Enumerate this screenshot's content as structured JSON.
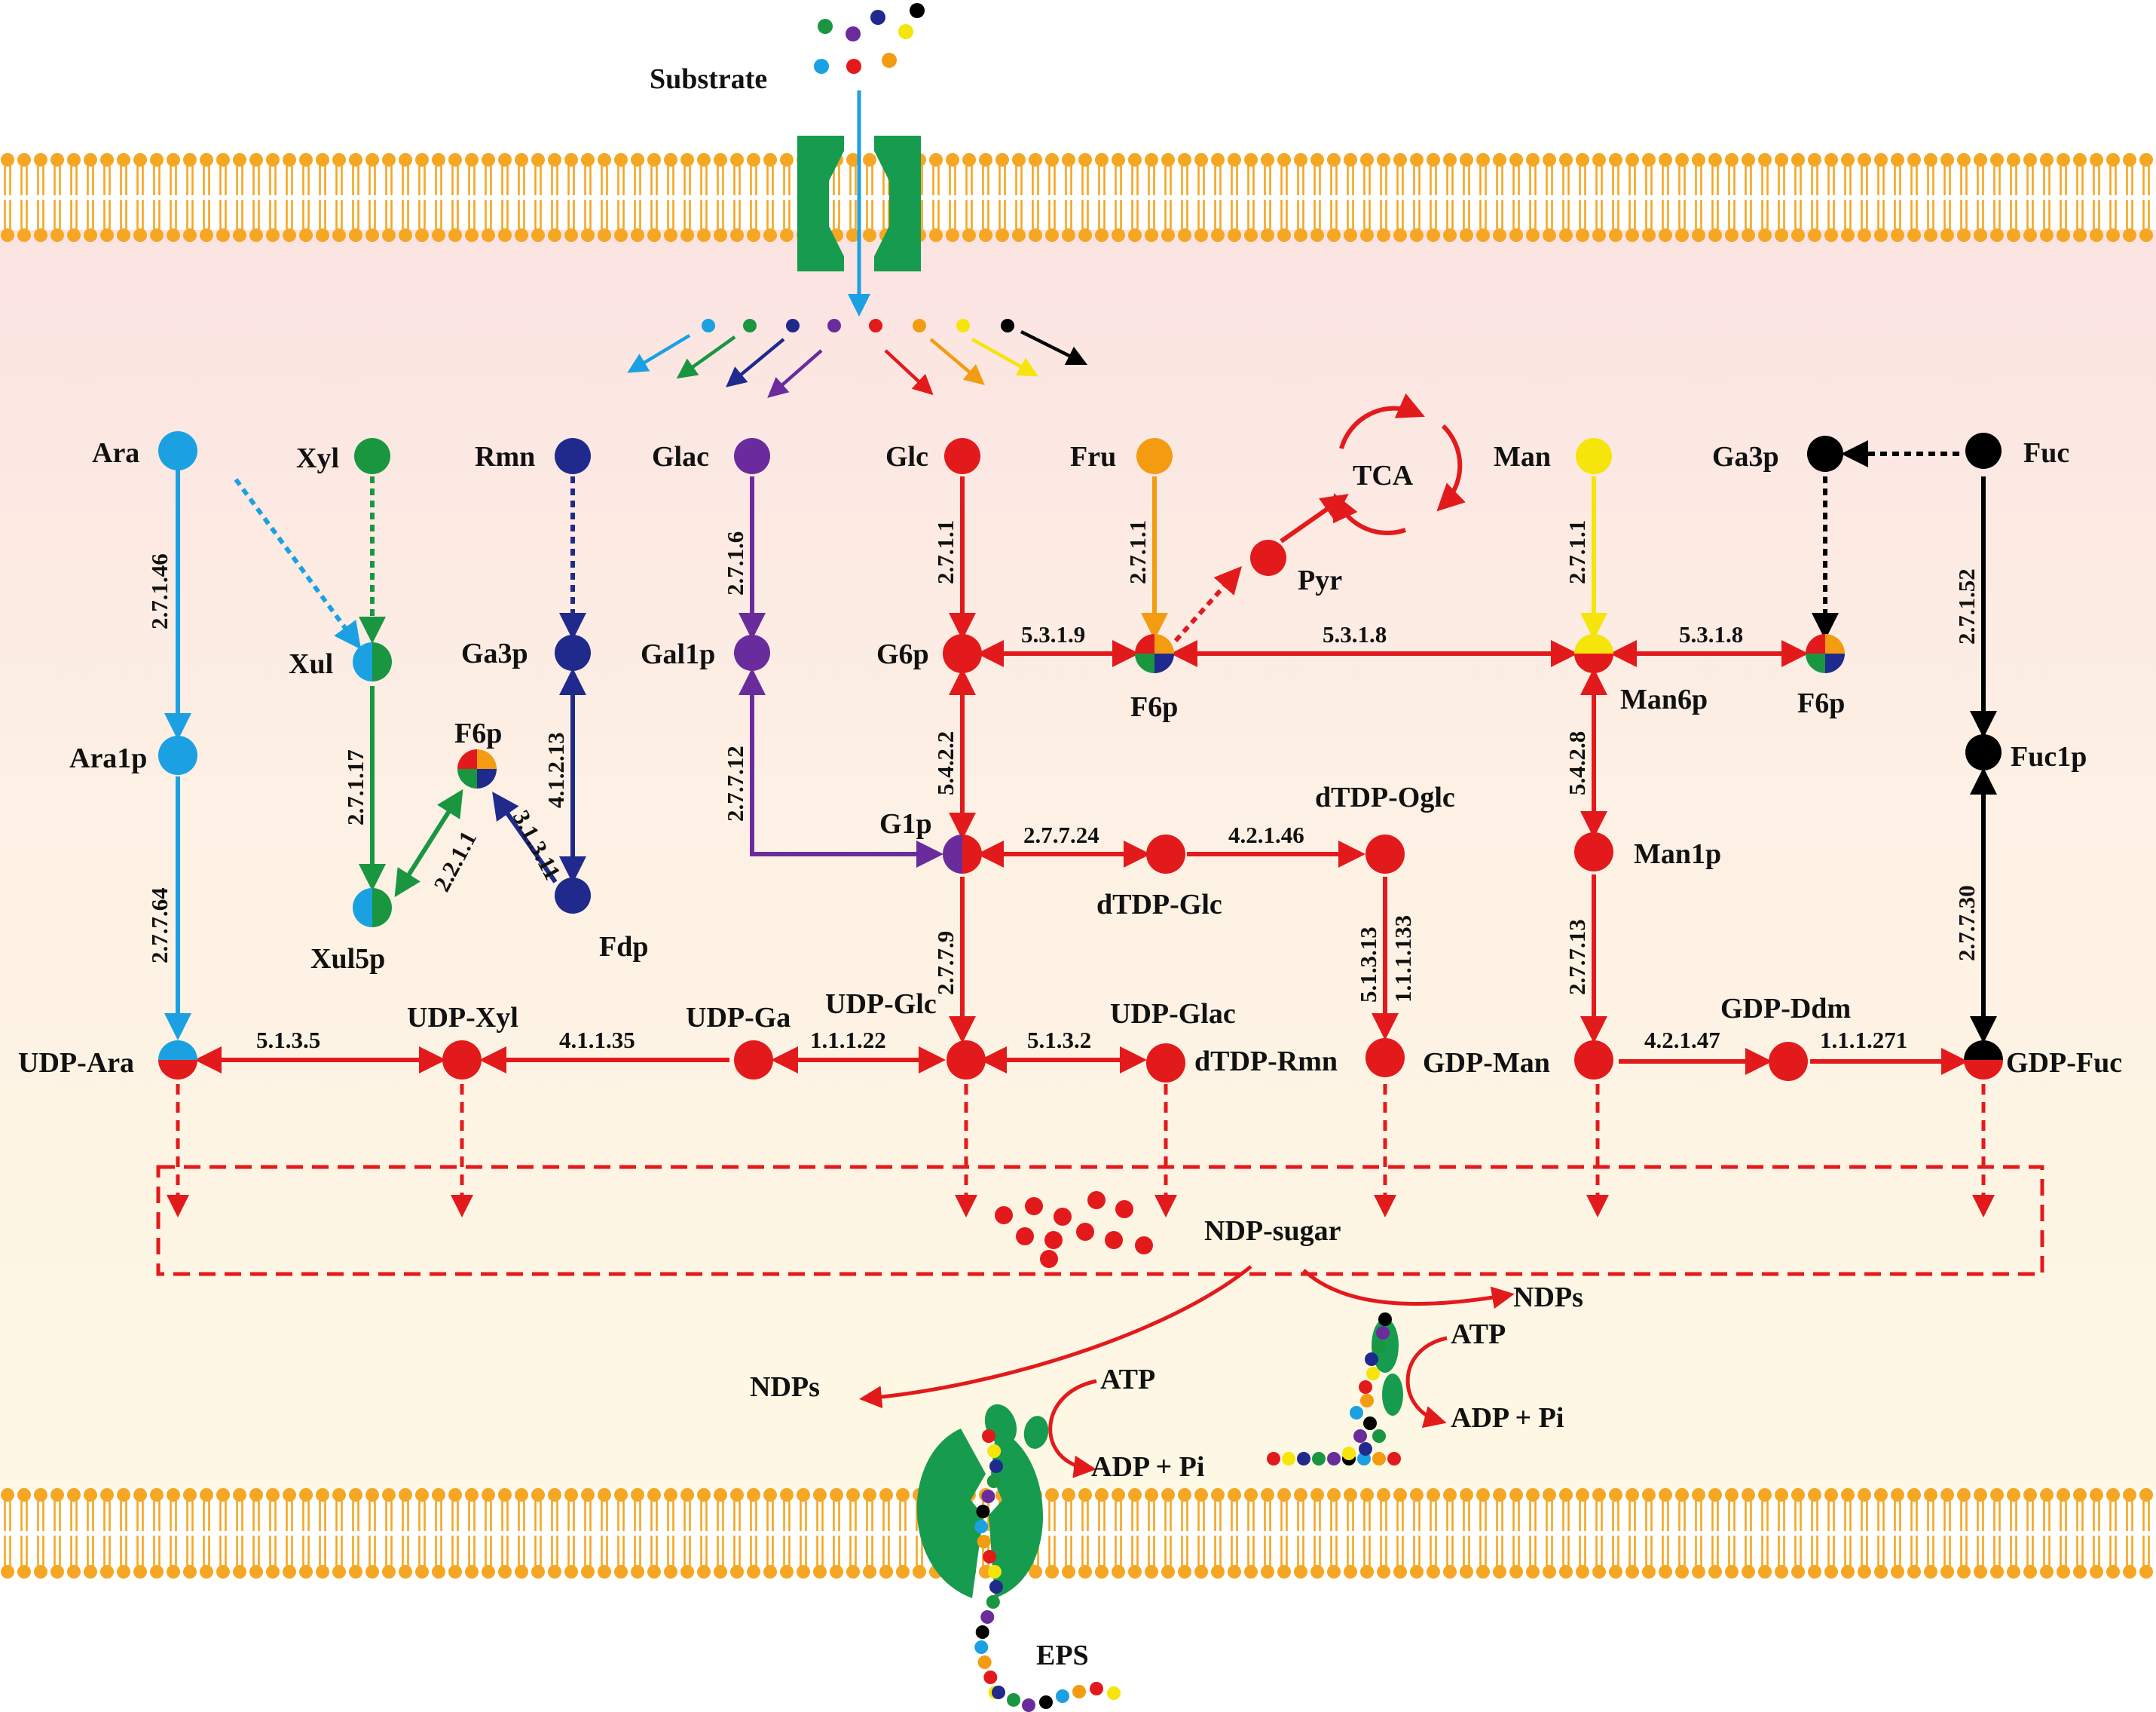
{
  "colors": {
    "ara": "#1ba1e2",
    "xyl": "#1a9641",
    "rmn": "#1f2a8c",
    "glac": "#6a2c9c",
    "glc": "#e31a1c",
    "fru": "#f39c12",
    "man": "#f5e50a",
    "fuc": "#000000",
    "membrane": "#f5a623",
    "channel": "#179b4e"
  },
  "labels": {
    "substrate": "Substrate",
    "tca": "TCA",
    "ndp_sugar": "NDP-sugar",
    "eps": "EPS",
    "ndps": "NDPs",
    "atp": "ATP",
    "adp_pi": "ADP + Pi"
  },
  "metabolites": {
    "ara": "Ara",
    "ara1p": "Ara1p",
    "udp_ara": "UDP-Ara",
    "xyl": "Xyl",
    "xul": "Xul",
    "xul5p": "Xul5p",
    "f6p_left": "F6p",
    "rmn": "Rmn",
    "ga3p_left": "Ga3p",
    "fdp": "Fdp",
    "udp_xyl": "UDP-Xyl",
    "glac": "Glac",
    "gal1p": "Gal1p",
    "udp_ga": "UDP-Ga",
    "glc": "Glc",
    "g6p": "G6p",
    "g1p": "G1p",
    "udp_glc": "UDP-Glc",
    "fru": "Fru",
    "f6p_mid": "F6p",
    "pyr": "Pyr",
    "dtdp_glc": "dTDP-Glc",
    "udp_glac": "UDP-Glac",
    "dtdp_oglc": "dTDP-Oglc",
    "dtdp_rmn": "dTDP-Rmn",
    "man": "Man",
    "man6p": "Man6p",
    "man1p": "Man1p",
    "gdp_man": "GDP-Man",
    "ga3p_right": "Ga3p",
    "f6p_right": "F6p",
    "gdp_ddm": "GDP-Ddm",
    "fuc": "Fuc",
    "fuc1p": "Fuc1p",
    "gdp_fuc": "GDP-Fuc"
  },
  "enzymes": {
    "ec_27146": "2.7.1.46",
    "ec_27764": "2.7.7.64",
    "ec_5135": "5.1.3.5",
    "ec_27117": "2.7.1.17",
    "ec_2211": "2.2.1.1",
    "ec_31311": "3.1.3.11",
    "ec_41213": "4.1.2.13",
    "ec_411135": "4.1.1.35",
    "ec_2716": "2.7.1.6",
    "ec_27712": "2.7.7.12",
    "ec_11122": "1.1.1.22",
    "ec_2711_glc": "2.7.1.1",
    "ec_5319": "5.3.1.9",
    "ec_5422": "5.4.2.2",
    "ec_27724": "2.7.7.24",
    "ec_2779": "2.7.7.9",
    "ec_5132": "5.1.3.2",
    "ec_2711_fru": "2.7.1.1",
    "ec_5318_mid": "5.3.1.8",
    "ec_42146": "4.2.1.46",
    "ec_51313": "5.1.3.13",
    "ec_111133": "1.1.1.133",
    "ec_2711_man": "2.7.1.1",
    "ec_5318_right": "5.3.1.8",
    "ec_5428": "5.4.2.8",
    "ec_27713": "2.7.7.13",
    "ec_42147": "4.2.1.47",
    "ec_111271": "1.1.1.271",
    "ec_27152": "2.7.1.52",
    "ec_27730": "2.7.7.30"
  }
}
